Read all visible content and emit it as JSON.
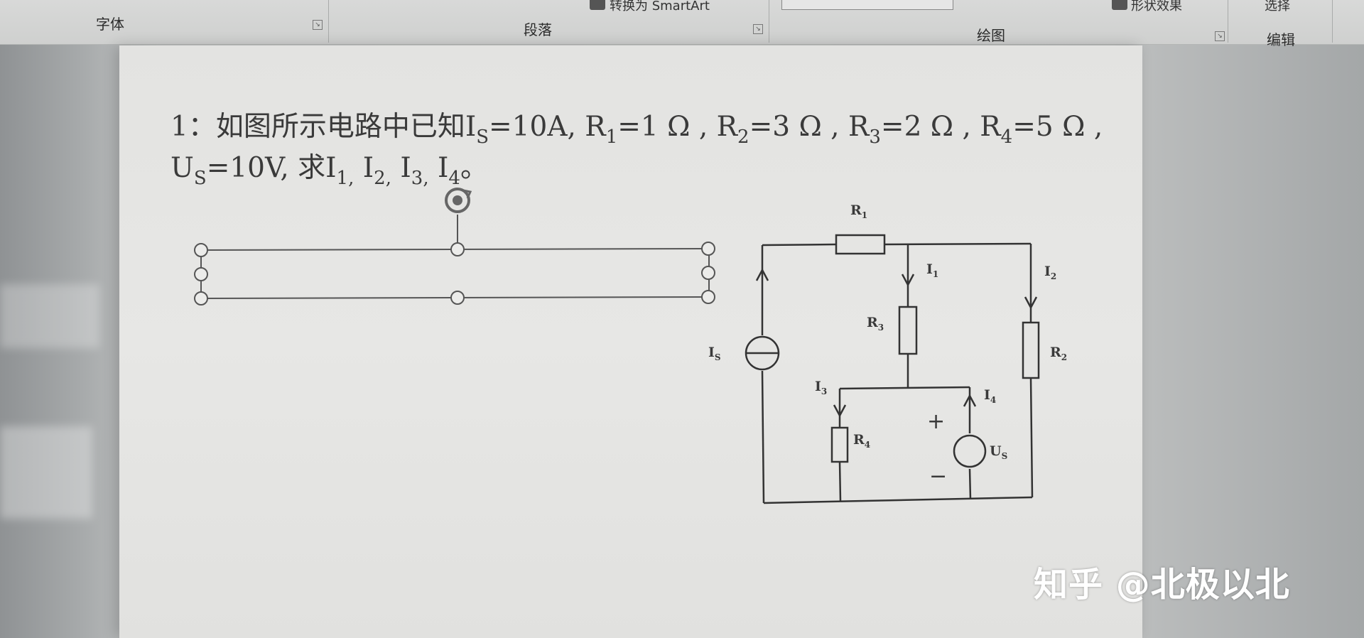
{
  "ribbon": {
    "groups": [
      {
        "label": "字体"
      },
      {
        "label": "段落"
      },
      {
        "label": "绘图"
      },
      {
        "label": "编辑"
      }
    ],
    "commands": {
      "convert_smartart": "转换为 SmartArt",
      "shape_effects": "形状效果",
      "select": "选择"
    },
    "launcher_glyph": "↘"
  },
  "document": {
    "problem_parts": {
      "p1": "1：如图所示电路中已知I",
      "is_sub": "S",
      "p2": "=10A, R",
      "r1_sub": "1",
      "p3": "=1 Ω , R",
      "r2_sub": "2",
      "p4": "=3 Ω , R",
      "r3_sub": "3",
      "p5": "=2 Ω , R",
      "r4_sub": "4",
      "p6": "=5 Ω ,",
      "p7": "U",
      "us_sub": "S",
      "p8": "=10V, 求I",
      "i1_sub": "1,",
      "p9": " I",
      "i2_sub": "2,",
      "p10": " I",
      "i3_sub": "3,",
      "p11": " I",
      "i4_sub": "4",
      "p12": "。"
    },
    "circuit_labels": {
      "r1": "R",
      "r1_sub": "1",
      "r2": "R",
      "r2_sub": "2",
      "r3": "R",
      "r3_sub": "3",
      "r4": "R",
      "r4_sub": "4",
      "is": "I",
      "is_sub": "S",
      "us": "U",
      "us_sub": "S",
      "i1": "I",
      "i1_sub": "1",
      "i2": "I",
      "i2_sub": "2",
      "i3": "I",
      "i3_sub": "3",
      "i4": "I",
      "i4_sub": "4",
      "plus": "+",
      "minus": "−"
    }
  },
  "watermark": "知乎 @北极以北"
}
